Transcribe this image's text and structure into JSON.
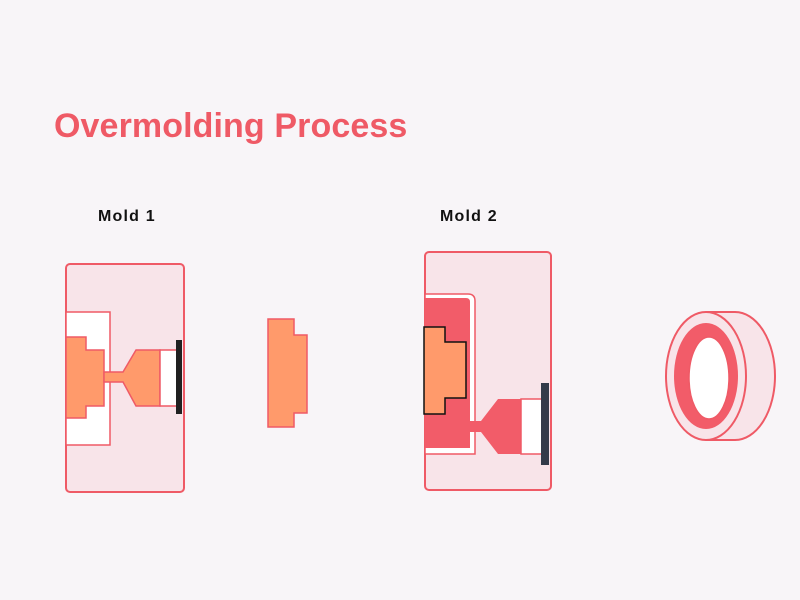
{
  "title": "Overmolding Process",
  "molds": [
    {
      "label": "Mold  1"
    },
    {
      "label": "Mold  2"
    }
  ],
  "colors": {
    "accent": "#ef5a66",
    "mold_body": "#f8e4e9",
    "mold_outline": "#ef5a66",
    "substrate": "#ff9a6b",
    "overmold": "#f25c69",
    "cavity": "#ffffff",
    "nozzle": "#202020",
    "nozzle_2": "#333a49"
  }
}
